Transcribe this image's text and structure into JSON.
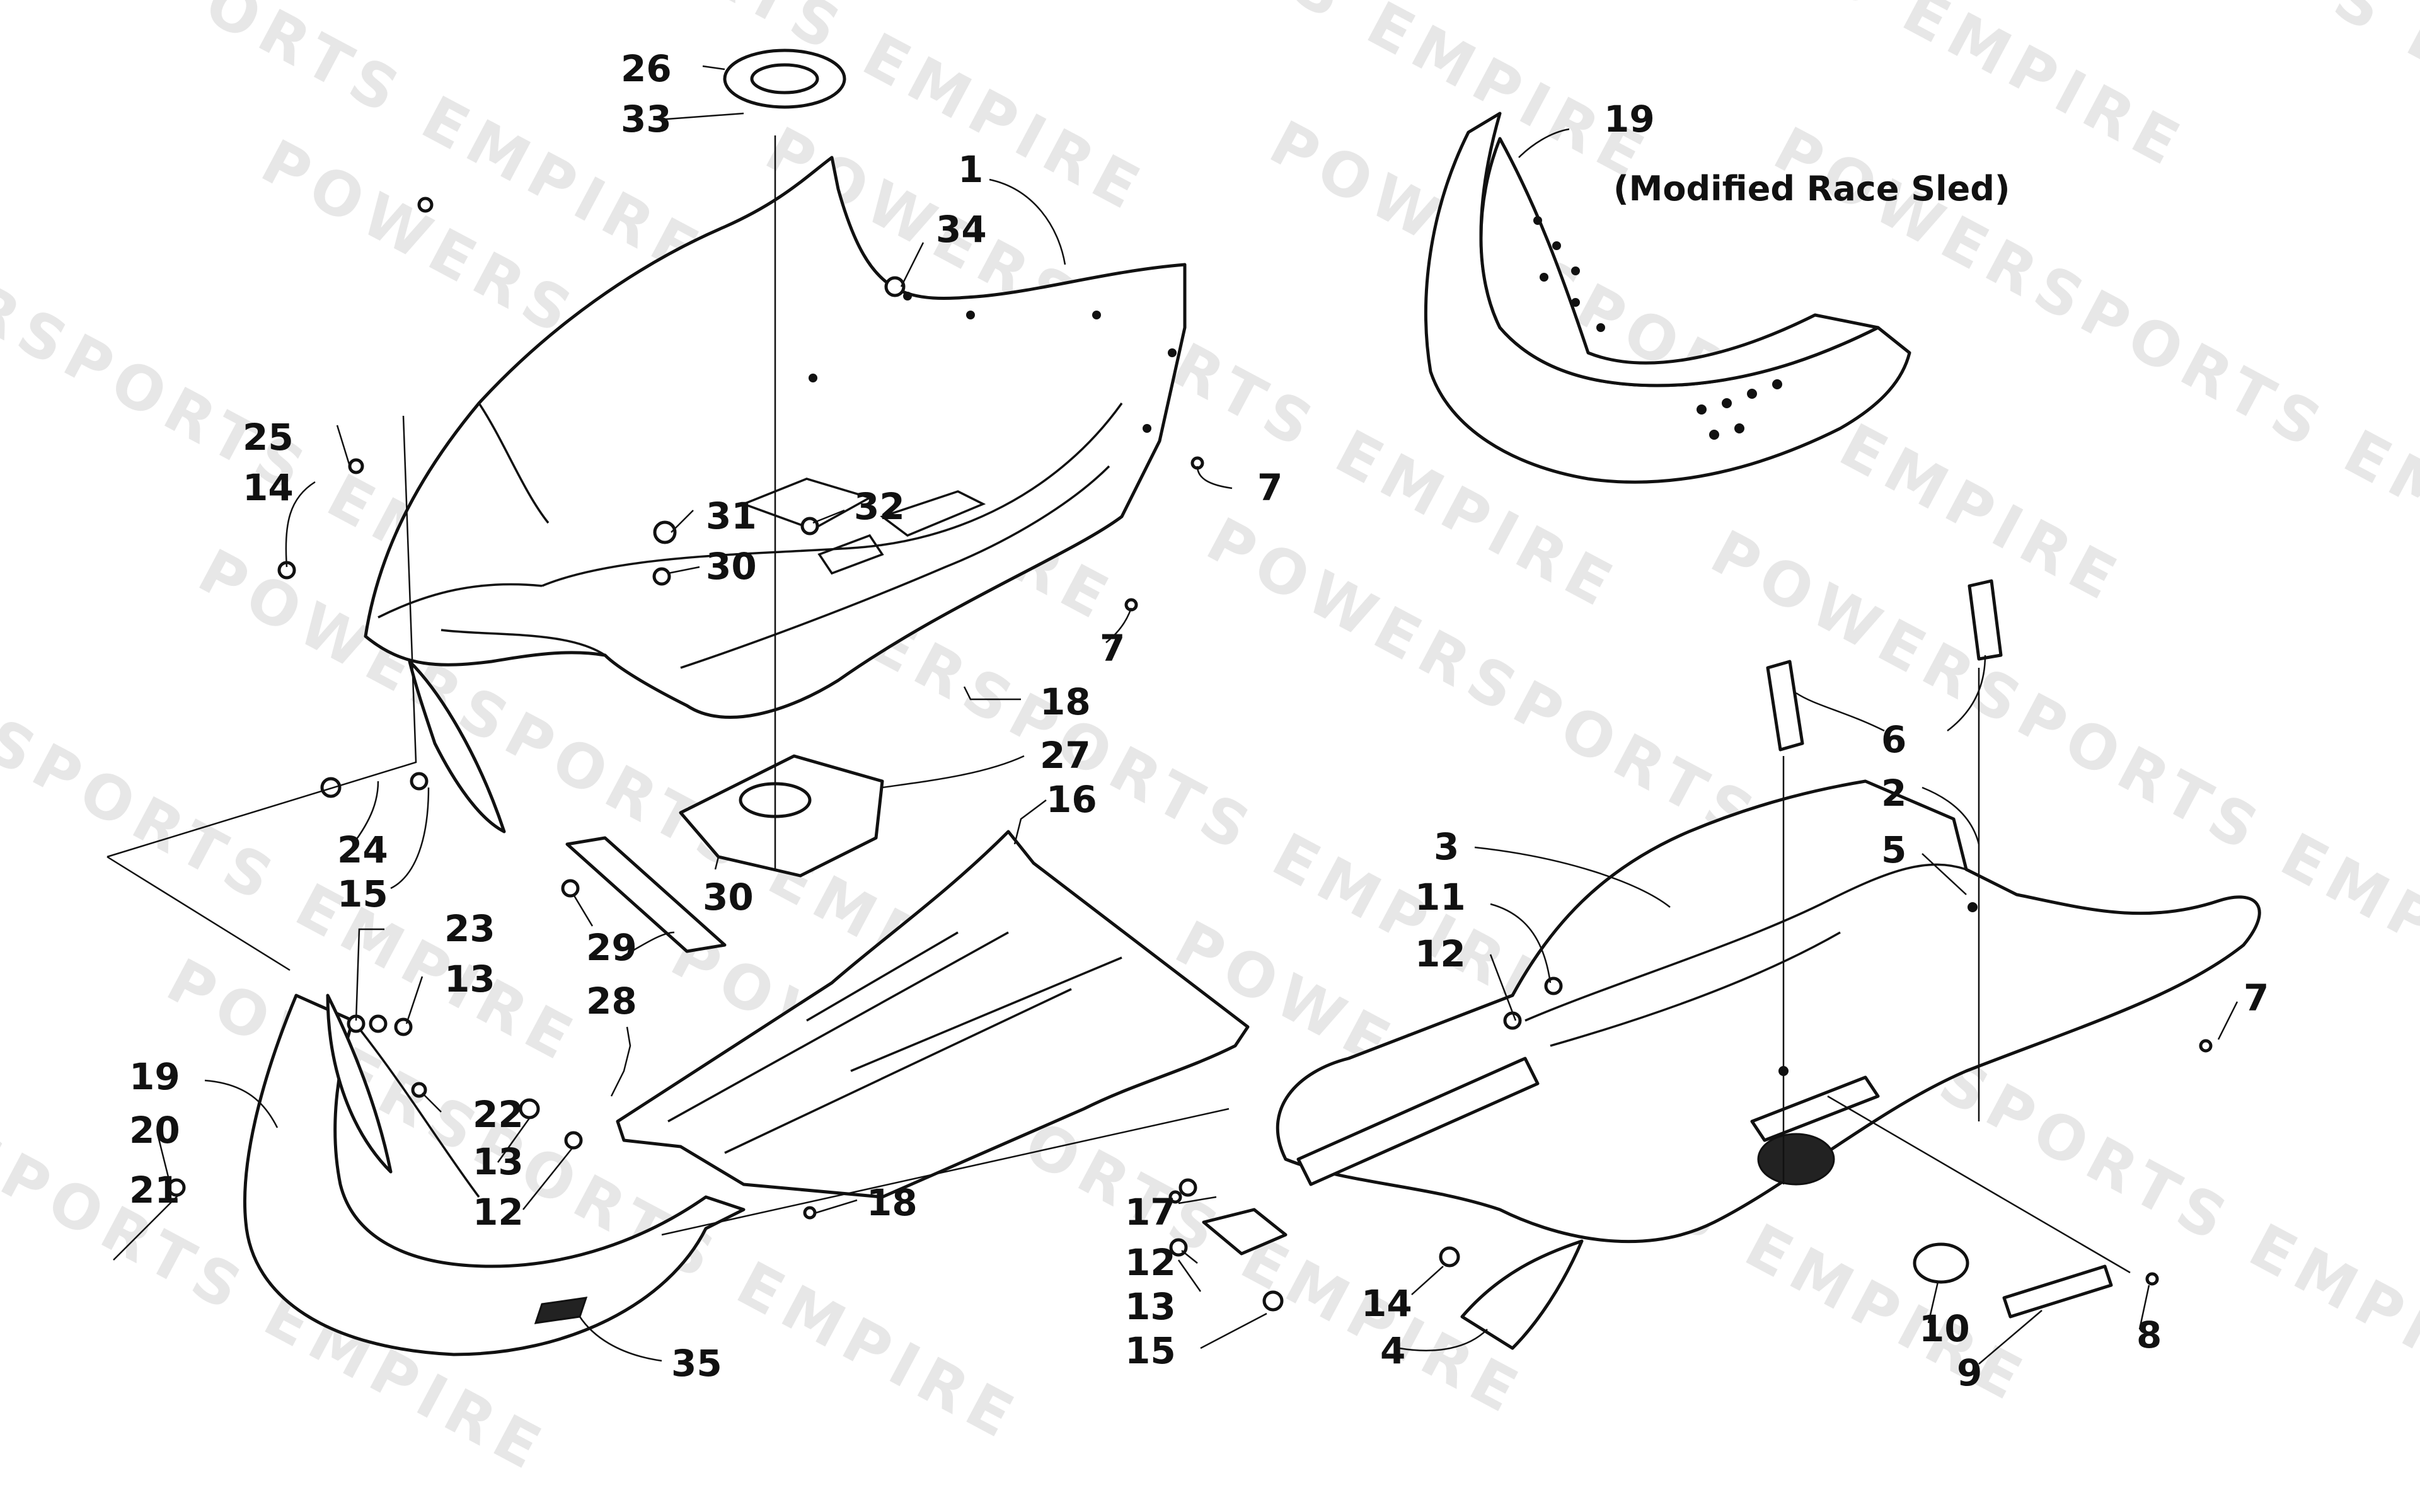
{
  "diagram": {
    "watermark_text": "POWERSPORTS EMPIRE",
    "note": "(Modified Race Sled)",
    "parts": [
      {
        "number": "26"
      },
      {
        "number": "33"
      },
      {
        "number": "1"
      },
      {
        "number": "34"
      },
      {
        "number": "19"
      },
      {
        "number": "25"
      },
      {
        "number": "14"
      },
      {
        "number": "31"
      },
      {
        "number": "32"
      },
      {
        "number": "7"
      },
      {
        "number": "30"
      },
      {
        "number": "7"
      },
      {
        "number": "18"
      },
      {
        "number": "27"
      },
      {
        "number": "6"
      },
      {
        "number": "24"
      },
      {
        "number": "15"
      },
      {
        "number": "16"
      },
      {
        "number": "2"
      },
      {
        "number": "3"
      },
      {
        "number": "5"
      },
      {
        "number": "30"
      },
      {
        "number": "11"
      },
      {
        "number": "29"
      },
      {
        "number": "12"
      },
      {
        "number": "23"
      },
      {
        "number": "28"
      },
      {
        "number": "13"
      },
      {
        "number": "7"
      },
      {
        "number": "19"
      },
      {
        "number": "20"
      },
      {
        "number": "22"
      },
      {
        "number": "13"
      },
      {
        "number": "21"
      },
      {
        "number": "12"
      },
      {
        "number": "18"
      },
      {
        "number": "17"
      },
      {
        "number": "12"
      },
      {
        "number": "13"
      },
      {
        "number": "14"
      },
      {
        "number": "10"
      },
      {
        "number": "8"
      },
      {
        "number": "15"
      },
      {
        "number": "4"
      },
      {
        "number": "9"
      },
      {
        "number": "35"
      }
    ]
  }
}
